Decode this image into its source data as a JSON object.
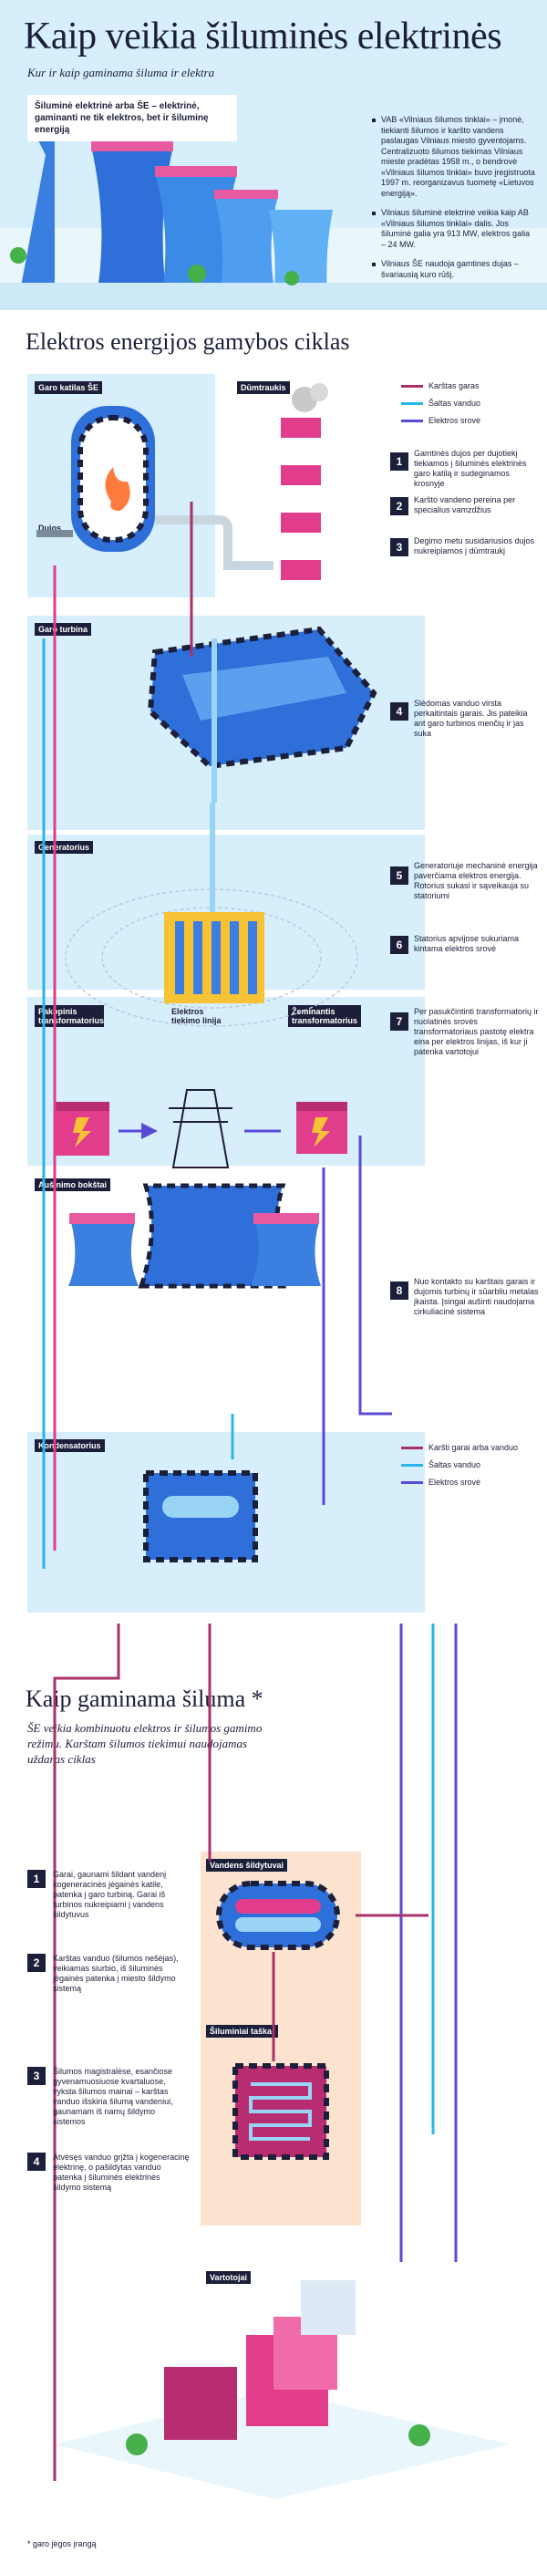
{
  "header": {
    "title": "Kaip veikia šiluminės elektrinės",
    "subtitle": "Kur ir kaip gaminama šiluma ir elektra",
    "intro": "Šiluminė elektrinė arba ŠE – elektrinė, gaminanti ne tik elektros, bet ir šiluminę energiją",
    "facts": [
      "VAB «Vilniaus šilumos tinklai» – įmonė, tiekianti šilumos ir karšto vandens paslaugas Vilniaus miesto gyventojams. Centralizuoto šilumos tiekimas Vilniaus mieste pradėtas 1958 m., o bendrovė «Vilniaus šilumos tinklai» buvo įregistruota 1997 m. reorganizavus tuometę «Lietuvos energiją».",
      "Vilniaus šiluminė elektrinė veikia kaip AB «Vilniaus šilumos tinklai» dalis. Jos šiluminė galia yra 913 MW, elektros galia – 24 MW.",
      "Vilniaus ŠE naudoja gamtines dujas – švariausią kuro rūšį."
    ]
  },
  "section1": {
    "title": "Elektros energijos gamybos ciklas",
    "labels": {
      "boiler": "Garo katilas ŠE",
      "chimney": "Dūmtraukis",
      "gas": "Dujos",
      "turbine": "Garo turbina",
      "generator": "Generatorius",
      "step_up": "Pakopinis transformatorius",
      "line": "Elektros tiekimo linija",
      "step_down": "Žeminantis transformatorius",
      "cooling": "Aušinimo bokštai",
      "condenser": "Kondensatorius"
    },
    "legend_top": [
      "Karštas garas",
      "Šaltas vanduo",
      "Elektros srovė"
    ],
    "legend_bottom": [
      "Karšti garai arba vanduo",
      "Šaltas vanduo",
      "Elektros srovė"
    ],
    "steps": [
      {
        "n": "1",
        "text": "Gamtinės dujos per dujotiekį tiekiamos į šiluminės elektrinės garo katilą ir sudeginamos krosnyje"
      },
      {
        "n": "2",
        "text": "Karšto vandeno pereina per specialius vamzdžius"
      },
      {
        "n": "3",
        "text": "Degimo metu susidariusios dujos nukreipiamos į dūmtraukį"
      },
      {
        "n": "4",
        "text": "Slėdomas vanduo virsta perkaitintais garais. Jis pateikia ant garo turbinos menčių ir jas suka"
      },
      {
        "n": "5",
        "text": "Generatoriuje mechaninė energija paverčiama elektros energija. Rotorius sukasi ir sąveikauja su statoriumi"
      },
      {
        "n": "6",
        "text": "Statorius apvijose sukuriama kintama elektros srovė"
      },
      {
        "n": "7",
        "text": "Per pasukčintinti transformatorių ir nuolatinės srovės transformatoriaus pastotę elektra eina per elektros linijas, iš kur ji patenka vartotojui"
      },
      {
        "n": "8",
        "text": "Nuo kontakto su karštais garais ir dujomis turbinų ir sūarbliu metalas įkaista. Įsingai aušinti naudojama cirkuliacinė sistema"
      }
    ]
  },
  "section2": {
    "title": "Kaip gaminama šiluma *",
    "subtitle": "ŠE veikia kombinuotu elektros ir šilumos gamimo režimu. Karštam šilumos tiekimui naudojamas uždaras ciklas",
    "labels": {
      "heater": "Vandens šildytuvai",
      "heat_points": "Šiluminiai taškai",
      "consumers": "Vartotojai"
    },
    "steps": [
      {
        "n": "1",
        "text": "Garai, gaunami šildant vandenį kogeneracinės jėgainės katile, patenka į garo turbiną. Garai iš turbinos nukreipiami į vandens šildytuvus"
      },
      {
        "n": "2",
        "text": "Karštas vanduo (šilumos nešėjas), veikiamas siurbio, iš šiluminės jėgainės patenka į miesto šildymo sistemą"
      },
      {
        "n": "3",
        "text": "Šilumos magistralėse, esančiose gyvenamuosiuose kvartaluose, vyksta šilumos mainai – karštas vanduo išskiria šilumą vandeniui, gaunamam iš namų šildymo sistemos"
      },
      {
        "n": "4",
        "text": "Atvėsęs vanduo grįžta į kogeneracinę elektrinę, o pašildytas vanduo patenka į šiluminės elektrinės šildymo sistemą"
      }
    ]
  },
  "footnote": "* garo jėgos įrangą",
  "colors": {
    "hot": "#a8306b",
    "cold": "#29b6e8",
    "power": "#5a4bd6",
    "navy": "#1c1f3a",
    "panel": "#d7eefb",
    "heat_panel": "#fbe3cf"
  }
}
